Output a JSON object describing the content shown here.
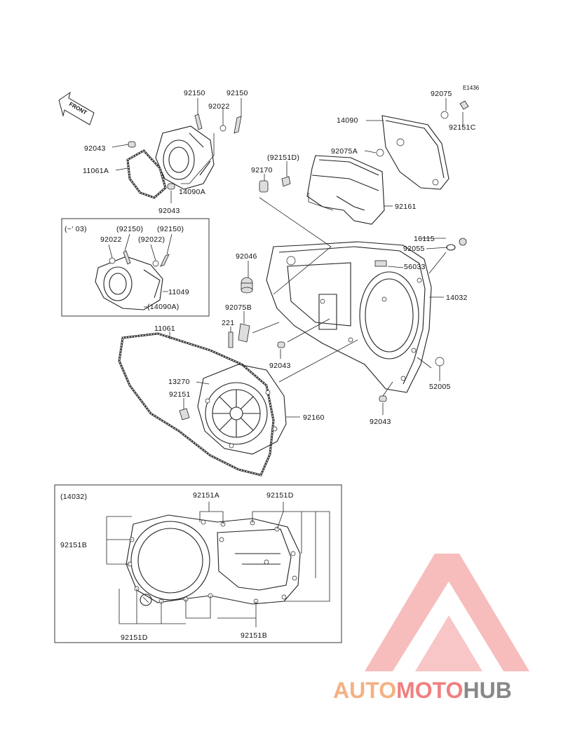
{
  "figure_code": "E1436",
  "front_label": "FRONT",
  "labels": {
    "p92150a": "92150",
    "p92150b": "92150",
    "p92022": "92022",
    "p92043a": "92043",
    "p11061A": "11061A",
    "p14090A": "14090A",
    "p92043b": "92043",
    "p92075": "92075",
    "p14090": "14090",
    "p92151C": "92151C",
    "p92075A": "92075A",
    "p92151D_paren": "(92151D)",
    "p92170": "92170",
    "p92161": "92161",
    "p16115": "16115",
    "p92055": "92055",
    "p56033": "56033",
    "p14032": "14032",
    "p92046": "92046",
    "p92075B": "92075B",
    "p221": "221",
    "p92043c": "92043",
    "p11061": "11061",
    "p13270": "13270",
    "p92151": "92151",
    "p92160": "92160",
    "p52005": "52005",
    "p92043d": "92043"
  },
  "inset_early": {
    "title": "(~' 03)",
    "l92150p1": "(92150)",
    "l92150p2": "(92150)",
    "l92022": "92022",
    "l92022p": "(92022)",
    "l11049": "11049",
    "l14090Ap": "(14090A)"
  },
  "inset_bolts": {
    "title": "(14032)",
    "l92151A": "92151A",
    "l92151D_top": "92151D",
    "l92151B_left": "92151B",
    "l92151D_bottom": "92151D",
    "l92151B_bottom": "92151B"
  },
  "watermark": {
    "part1": "AUTO",
    "part2": "MOTO",
    "part3": "HUB",
    "color_auto": "#f4b183",
    "color_moto": "#f08080",
    "color_hub": "#888888"
  }
}
